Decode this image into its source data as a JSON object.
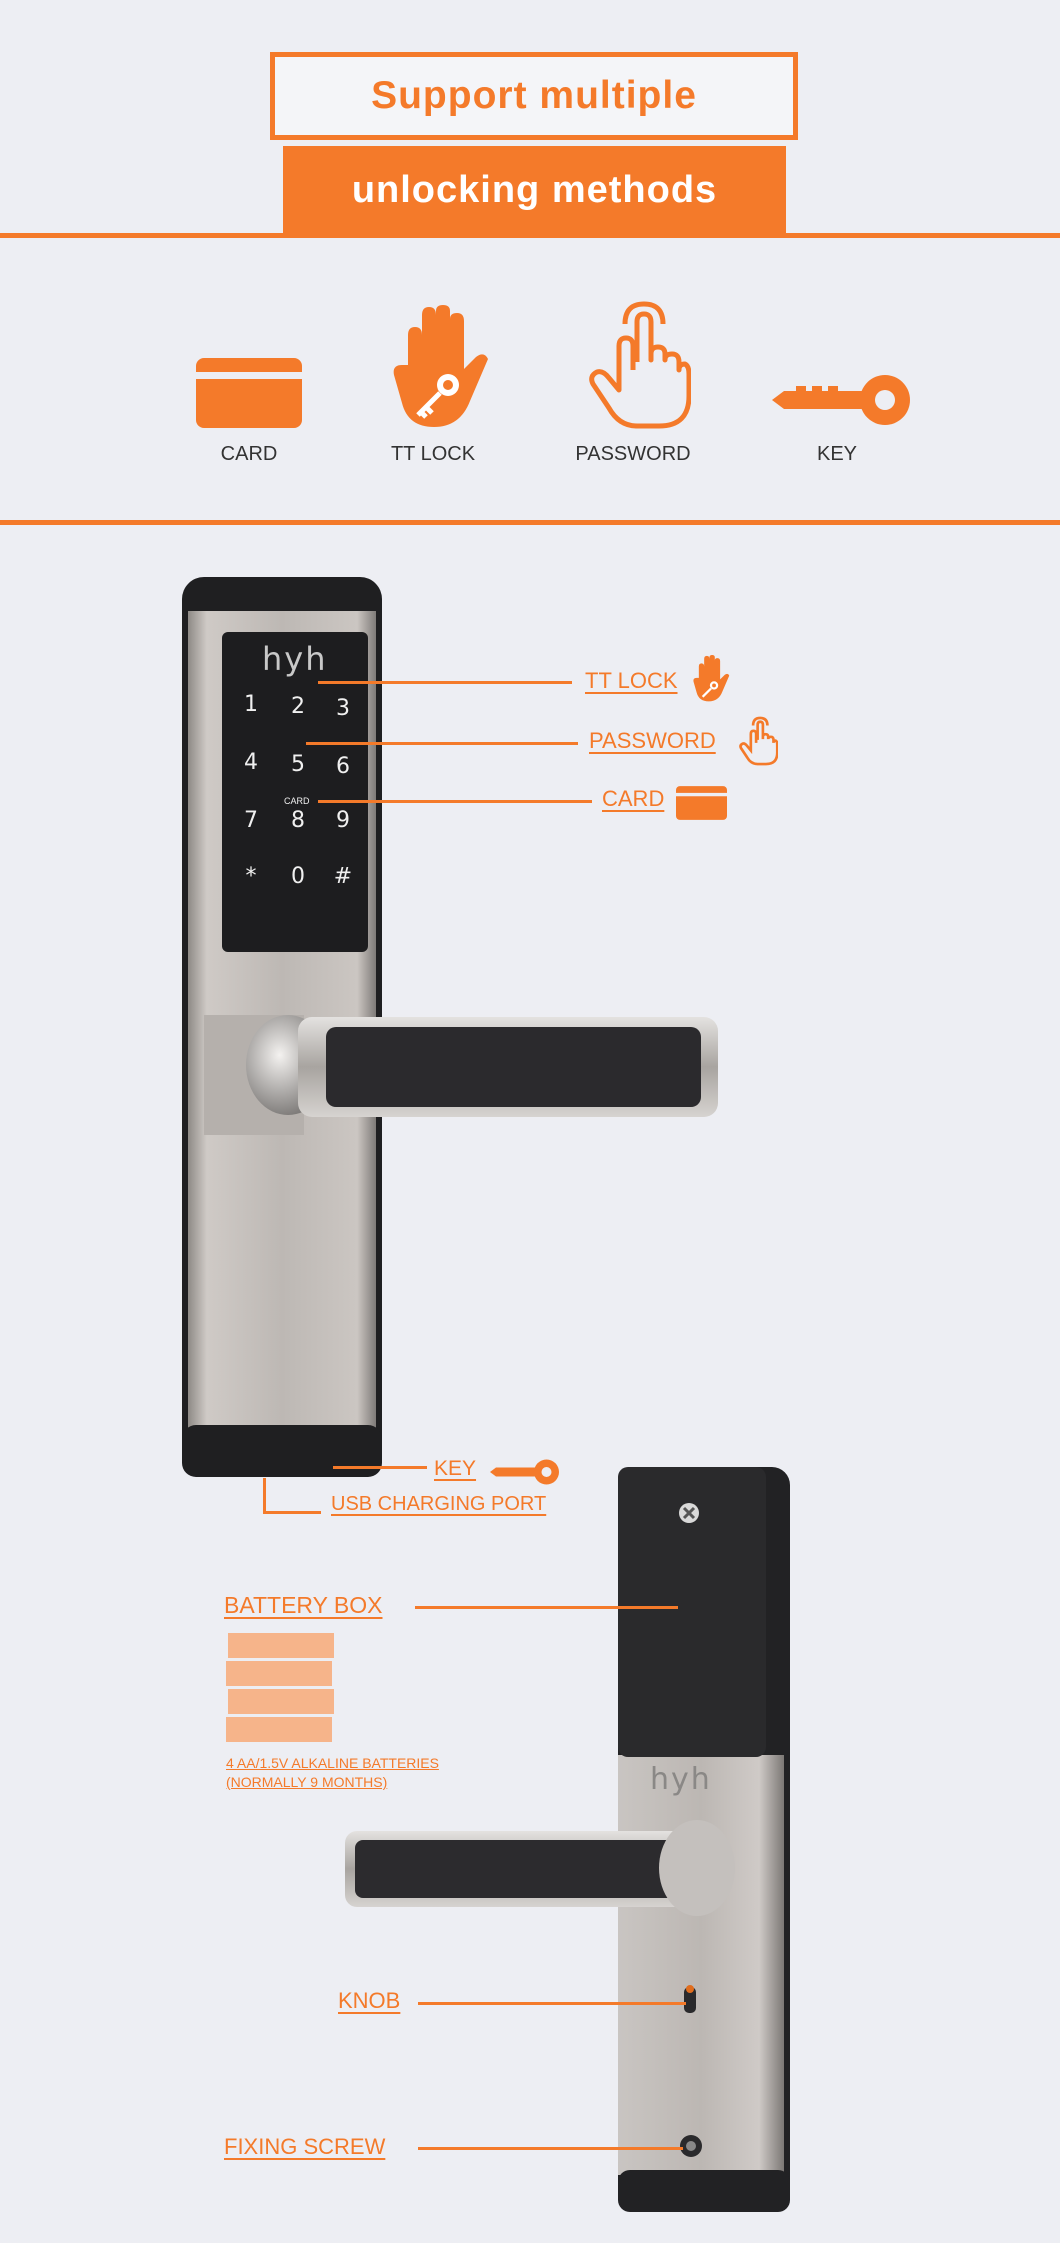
{
  "header": {
    "title_line1": "Support multiple",
    "title_line2": "unlocking methods"
  },
  "methods": [
    {
      "label": "CARD",
      "icon": "card-icon"
    },
    {
      "label": "TT LOCK",
      "icon": "hand-key-icon"
    },
    {
      "label": "PASSWORD",
      "icon": "finger-touch-icon"
    },
    {
      "label": "KEY",
      "icon": "key-icon"
    }
  ],
  "front_lock": {
    "brand": "hyh",
    "keypad": [
      "1",
      "2",
      "3",
      "4",
      "5",
      "6",
      "7",
      "8",
      "9",
      "*",
      "0",
      "#"
    ],
    "card_mark": "CARD",
    "callouts": {
      "tt_lock": "TT LOCK",
      "password": "PASSWORD",
      "card": "CARD",
      "key": "KEY",
      "usb": "USB CHARGING PORT"
    }
  },
  "back_lock": {
    "brand": "hyh",
    "callouts": {
      "battery_box": "BATTERY BOX",
      "battery_note_1": "4 AA/1.5V ALKALINE BATTERIES",
      "battery_note_2": "(NORMALLY 9 MONTHS)",
      "knob": "KNOB",
      "fixing_screw": "FIXING SCREW"
    }
  },
  "colors": {
    "accent": "#f47a2a",
    "background": "#edeef3",
    "battery": "#f6b48a"
  }
}
